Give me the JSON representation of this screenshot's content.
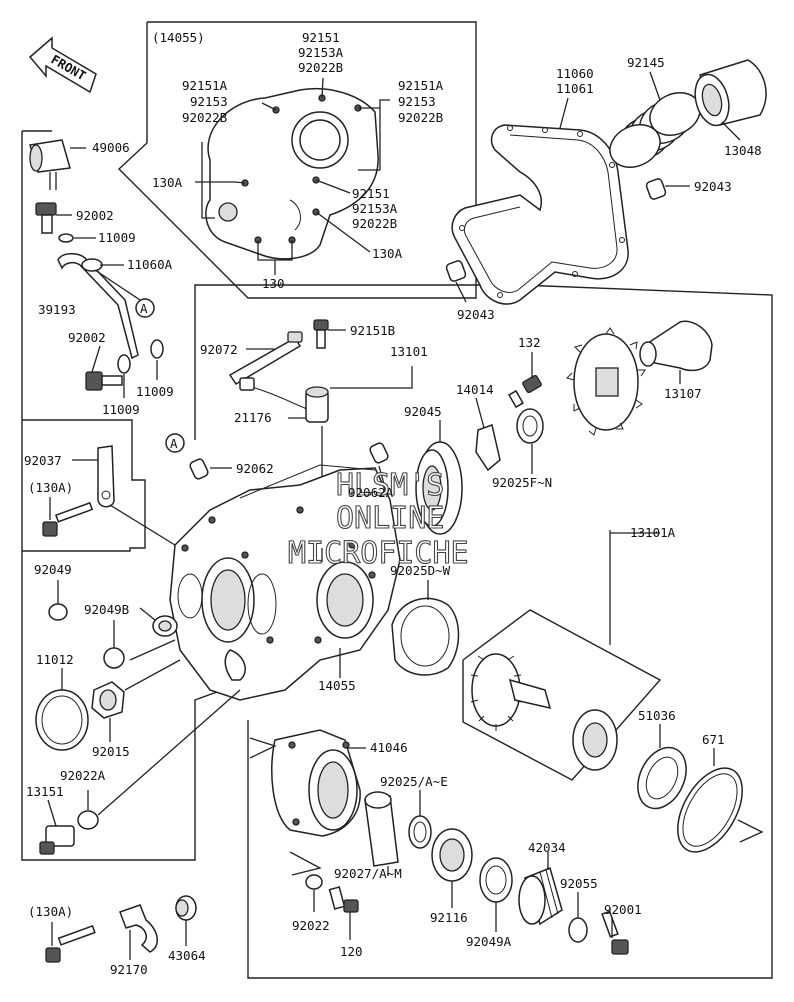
{
  "front_arrow": {
    "text": "FRONT"
  },
  "watermark": {
    "line1": "HLSM'S",
    "line2": "ONLINE",
    "line3": "MICROFICHE"
  },
  "group_header": "(14055)",
  "circle_marker": "A",
  "labels": {
    "l92151_top": "92151",
    "l92153A_top": "92153A",
    "l92022B_top": "92022B",
    "l92151A_left": "92151A",
    "l92153_left": "92153",
    "l92022B_left": "92022B",
    "l92151A_right": "92151A",
    "l92153_right": "92153",
    "l92022B_right": "92022B",
    "l130A_cover": "130A",
    "l92151_mid": "92151",
    "l92153A_mid": "92153A",
    "l92022B_mid": "92022B",
    "l130A_cover_r": "130A",
    "l130_cover": "130",
    "l11060": "11060",
    "l11061": "11061",
    "l92145": "92145",
    "l13048": "13048",
    "l92043_r": "92043",
    "l92043_b": "92043",
    "l49006": "49006",
    "l92002_a": "92002",
    "l11009_a": "11009",
    "l11060A": "11060A",
    "l39193": "39193",
    "l92002_b": "92002",
    "l11009_b": "11009",
    "l11009_c": "11009",
    "l92072": "92072",
    "l92151B": "92151B",
    "l13101": "13101",
    "l132": "132",
    "l13107": "13107",
    "l14014": "14014",
    "l21176": "21176",
    "l92045": "92045",
    "l92025F": "92025F~N",
    "l92037": "92037",
    "l130A_a": "(130A)",
    "l92062": "92062",
    "l92062A": "92062A",
    "l13101A": "13101A",
    "l92049": "92049",
    "l92049B": "92049B",
    "l92025D": "92025D~W",
    "l11012": "11012",
    "l14055": "14055",
    "l92015": "92015",
    "l51036": "51036",
    "l671": "671",
    "l92022A": "92022A",
    "l41046": "41046",
    "l13151": "13151",
    "l92025AE": "92025/A~E",
    "l42034": "42034",
    "l92027": "92027/A~M",
    "l92055": "92055",
    "l92116": "92116",
    "l92001": "92001",
    "l130A_b": "(130A)",
    "l92022": "92022",
    "l92049A": "92049A",
    "l120": "120",
    "l43064": "43064",
    "l92170": "92170"
  }
}
